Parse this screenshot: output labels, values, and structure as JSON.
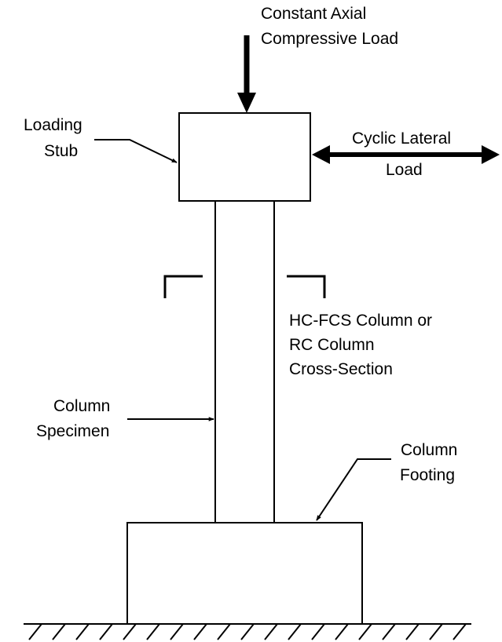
{
  "labels": {
    "axial_load": [
      "Constant Axial",
      "Compressive Load"
    ],
    "loading_stub": [
      "Loading",
      "Stub"
    ],
    "lateral_load": [
      "Cyclic Lateral",
      "Load"
    ],
    "cross_section": [
      "HC-FCS Column or",
      "RC Column",
      "Cross-Section"
    ],
    "column_specimen": [
      "Column",
      "Specimen"
    ],
    "column_footing": [
      "Column",
      "Footing"
    ]
  },
  "colors": {
    "stroke": "#000000",
    "background": "#ffffff"
  }
}
